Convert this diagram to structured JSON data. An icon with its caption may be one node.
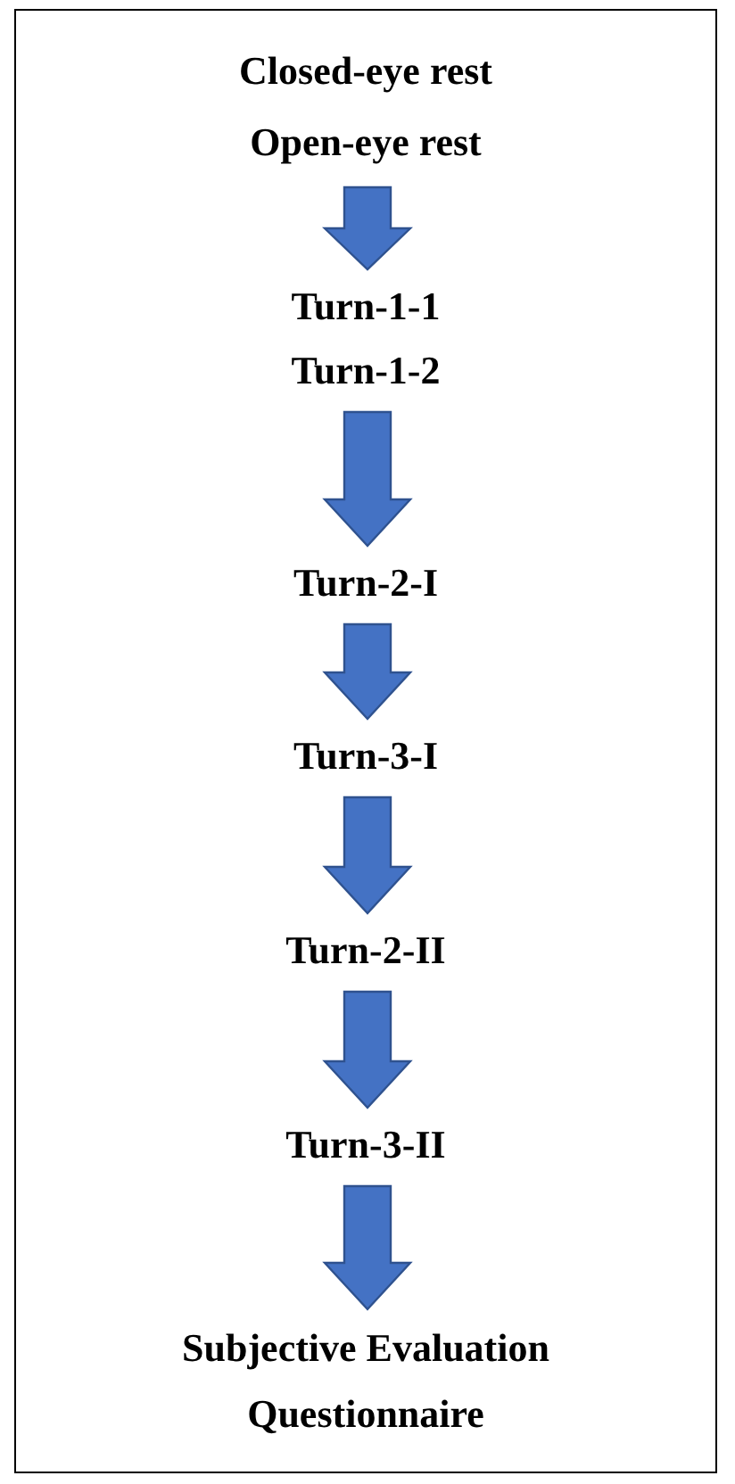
{
  "diagram": {
    "nodes": [
      {
        "text": [],
        "shape": "box"
      },
      {
        "text": [
          "Closed-eye rest",
          "Open-eye rest"
        ],
        "in": 0
      },
      {
        "text": [
          "Turn-1-1",
          "Turn-1-2"
        ],
        "in": 0
      },
      {
        "text": [
          "Turn-2-I"
        ],
        "in": 0
      },
      {
        "text": [
          "Turn-3-I"
        ],
        "in": 0
      },
      {
        "text": [
          "Turn-2-II"
        ],
        "in": 0
      },
      {
        "text": [
          "Turn-3-II"
        ],
        "in": 0
      },
      {
        "text": [
          "Subjective Evaluation Questionnaire"
        ],
        "in": 0
      }
    ],
    "edges": [
      {
        "from": 1,
        "to": 2,
        "arrow": "to"
      },
      {
        "from": 2,
        "to": 3,
        "arrow": "to"
      },
      {
        "from": 3,
        "to": 4,
        "arrow": "to"
      },
      {
        "from": 4,
        "to": 5,
        "arrow": "to"
      },
      {
        "from": 5,
        "to": 6,
        "arrow": "to"
      },
      {
        "from": 6,
        "to": 7,
        "arrow": "to"
      }
    ]
  }
}
